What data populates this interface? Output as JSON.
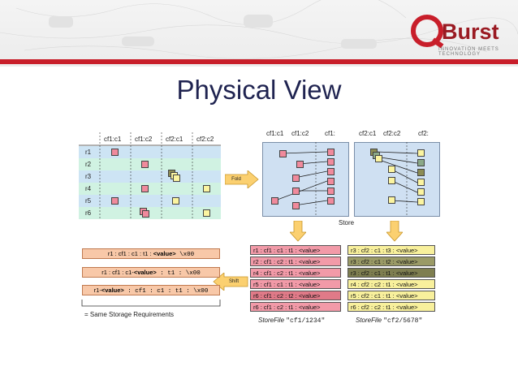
{
  "slide": {
    "title": "Physical View",
    "logo": {
      "text": "Burst",
      "tagline": "INNOVATION MEETS TECHNOLOGY"
    }
  },
  "colors": {
    "accent_red": "#c81e2a",
    "title_blue": "#1f2350"
  },
  "logical_table": {
    "columns": [
      "cf1:c1",
      "cf1:c2",
      "cf2:c1",
      "cf2:c2"
    ],
    "rows": [
      "r1",
      "r2",
      "r3",
      "r4",
      "r5",
      "r6"
    ]
  },
  "store": {
    "label": "Store",
    "cf1_headers": [
      "cf1:c1",
      "cf1:c2",
      "cf1:"
    ],
    "cf2_headers": [
      "cf2:c1",
      "cf2:c2",
      "cf2:"
    ]
  },
  "fold_label": "Fold",
  "shift_label": "Shift",
  "storefile1": {
    "rows": [
      "r1 : cf1 : c1 : t1 : <value>",
      "r2 : cf1 : c2 : t1 : <value>",
      "r4 : cf1 : c2 : t1 : <value>",
      "r5 : cf1 : c1 : t1 : <value>",
      "r6 : cf1 : c2 : t2 : <value>",
      "r6 : cf1 : c2 : t1 : <value>"
    ],
    "caption_italic": "StoreFile",
    "caption_mono": "\"cf1/1234\""
  },
  "storefile2": {
    "rows": [
      "r3 : cf2 : c1 : t3 : <value>",
      "r3 : cf2 : c1 : t2 : <value>",
      "r3 : cf2 : c1 : t1 : <value>",
      "r4 : cf2 : c2 : t1 : <value>",
      "r5 : cf2 : c1 : t1 : <value>",
      "r6 : cf2 : c2 : t1 : <value>"
    ],
    "caption_italic": "StoreFile",
    "caption_mono": "\"cf2/5678\""
  },
  "key_layouts": [
    {
      "pre": "r1 : cf1 : c1 : t1 : ",
      "bold": "<value>",
      "post": " \\x00"
    },
    {
      "pre": "r1 : cf1 : c1-",
      "bold": "<value>",
      "post": " : t1 : \\x00"
    },
    {
      "pre": "r1-",
      "bold": "<value>",
      "post": " : cf1 : c1 : t1 : \\x00"
    }
  ],
  "bracket_caption": "= Same Storage Requirements"
}
